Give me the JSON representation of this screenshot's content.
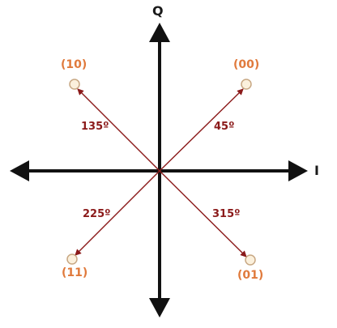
{
  "axes": {
    "horizontal_label": "I",
    "vertical_label": "Q",
    "color": "#111111"
  },
  "points": [
    {
      "code": "(00)",
      "angle": "45º"
    },
    {
      "code": "(10)",
      "angle": "135º"
    },
    {
      "code": "(11)",
      "angle": "225º"
    },
    {
      "code": "(01)",
      "angle": "315º"
    }
  ],
  "colors": {
    "vector": "#8b1a1a",
    "angle_text": "#8b1a1a",
    "code_text": "#e07a3c",
    "point_fill": "#fbf0dc",
    "point_stroke": "#c8a884"
  }
}
